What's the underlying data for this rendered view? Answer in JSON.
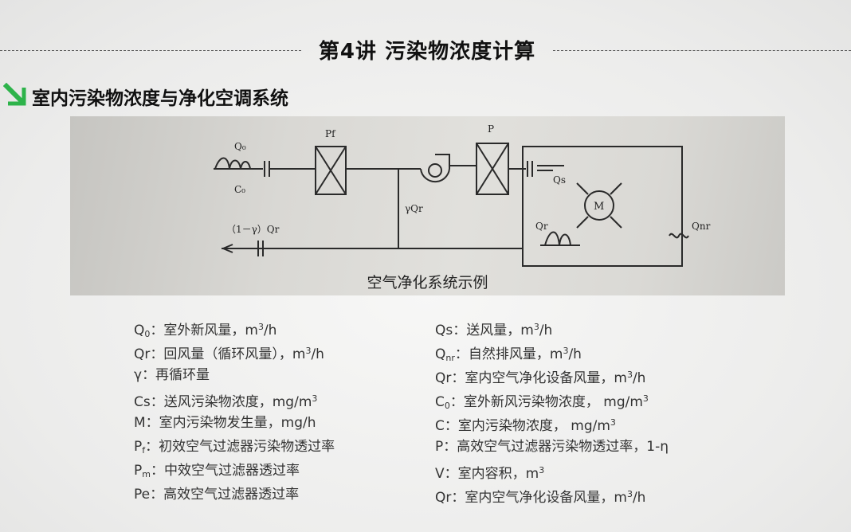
{
  "page_title": "第4讲  污染物浓度计算",
  "section_title": "室内污染物浓度与净化空调系统",
  "figure": {
    "caption": "空气净化系统示例",
    "labels": {
      "q0": "Q₀",
      "c0": "C₀",
      "pf": "Pf",
      "p": "P",
      "gamma_qr": "γQr",
      "return_flow": "（1－γ）Qr",
      "qs": "Qs",
      "qr": "Qr",
      "m": "M",
      "qnr": "Qnr"
    }
  },
  "legend_left": [
    {
      "sym": "Q",
      "sub": "0",
      "desc": "：室外新风量，m",
      "sup": "3",
      "tail": "/h"
    },
    {
      "sym": "Qr",
      "sub": "",
      "desc": "：回风量（循环风量），m",
      "sup": "3",
      "tail": "/h"
    },
    {
      "sym": "γ",
      "sub": "",
      "desc": "：再循环量",
      "sup": "",
      "tail": ""
    },
    {
      "sym": "Cs",
      "sub": "",
      "desc": "：送风污染物浓度，mg/m",
      "sup": "3",
      "tail": ""
    },
    {
      "sym": "M",
      "sub": "",
      "desc": "：室内污染物发生量，mg/h",
      "sup": "",
      "tail": ""
    },
    {
      "sym": "P",
      "sub": "f",
      "desc": "：初效空气过滤器污染物透过率",
      "sup": "",
      "tail": ""
    },
    {
      "sym": "P",
      "sub": "m",
      "desc": "：中效空气过滤器透过率",
      "sup": "",
      "tail": ""
    },
    {
      "sym": "Pe",
      "sub": "",
      "desc": "：高效空气过滤器透过率",
      "sup": "",
      "tail": ""
    }
  ],
  "legend_right": [
    {
      "sym": "Qs",
      "sub": "",
      "desc": "：送风量，m",
      "sup": "3",
      "tail": "/h"
    },
    {
      "sym": "Q",
      "sub": "nr",
      "desc": "：自然排风量，m",
      "sup": "3",
      "tail": "/h"
    },
    {
      "sym": "Qr",
      "sub": "",
      "desc": "：室内空气净化设备风量，m",
      "sup": "3",
      "tail": "/h"
    },
    {
      "sym": "C",
      "sub": "0",
      "desc": "：室外新风污染物浓度， mg/m",
      "sup": "3",
      "tail": ""
    },
    {
      "sym": "C",
      "sub": "",
      "desc": "：室内污染物浓度， mg/m",
      "sup": "3",
      "tail": ""
    },
    {
      "sym": "P",
      "sub": "",
      "desc": "：高效空气过滤器污染物透过率，1-η",
      "sup": "",
      "tail": ""
    },
    {
      "sym": "V",
      "sub": "",
      "desc": "：室内容积，m",
      "sup": "3",
      "tail": ""
    },
    {
      "sym": "Qr",
      "sub": "",
      "desc": "：室内空气净化设备风量，m",
      "sup": "3",
      "tail": "/h"
    }
  ],
  "colors": {
    "accent": "#2db34a"
  }
}
